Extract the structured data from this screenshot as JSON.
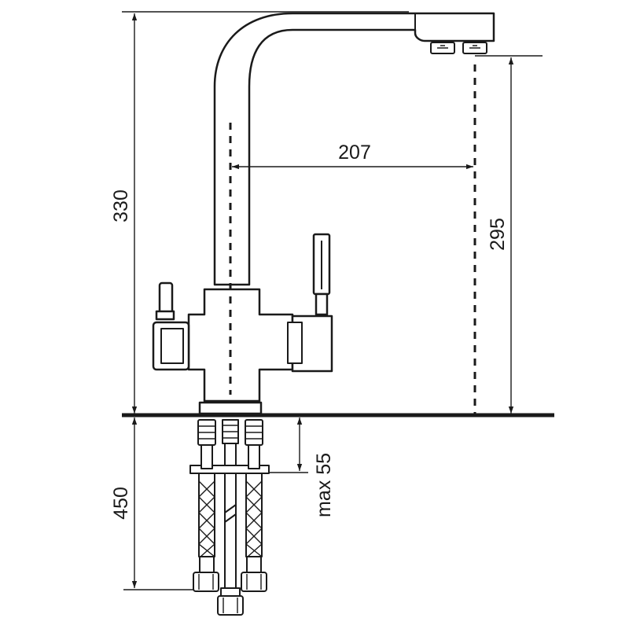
{
  "dimensions": {
    "total_height": "330",
    "spout_reach": "207",
    "spout_clearance": "295",
    "hose_length": "450",
    "max_mount_thickness": "max 55"
  },
  "colors": {
    "line": "#1a1a1a",
    "background": "#ffffff"
  }
}
